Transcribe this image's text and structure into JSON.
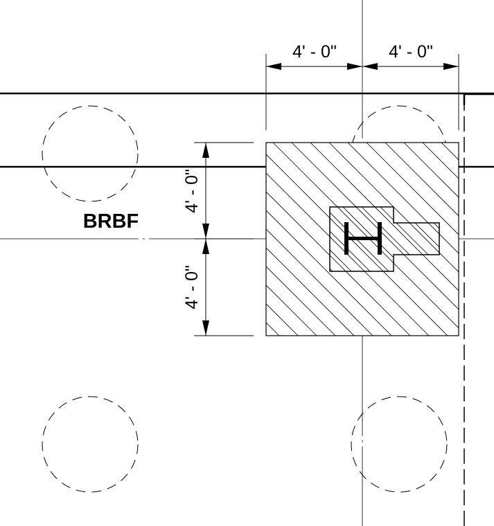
{
  "dimensions": {
    "top_left": "4' - 0\"",
    "top_right": "4' - 0\"",
    "side_upper": "4' - 0\"",
    "side_lower": "4' - 0\""
  },
  "label": {
    "frame_tag": "BRBF"
  }
}
